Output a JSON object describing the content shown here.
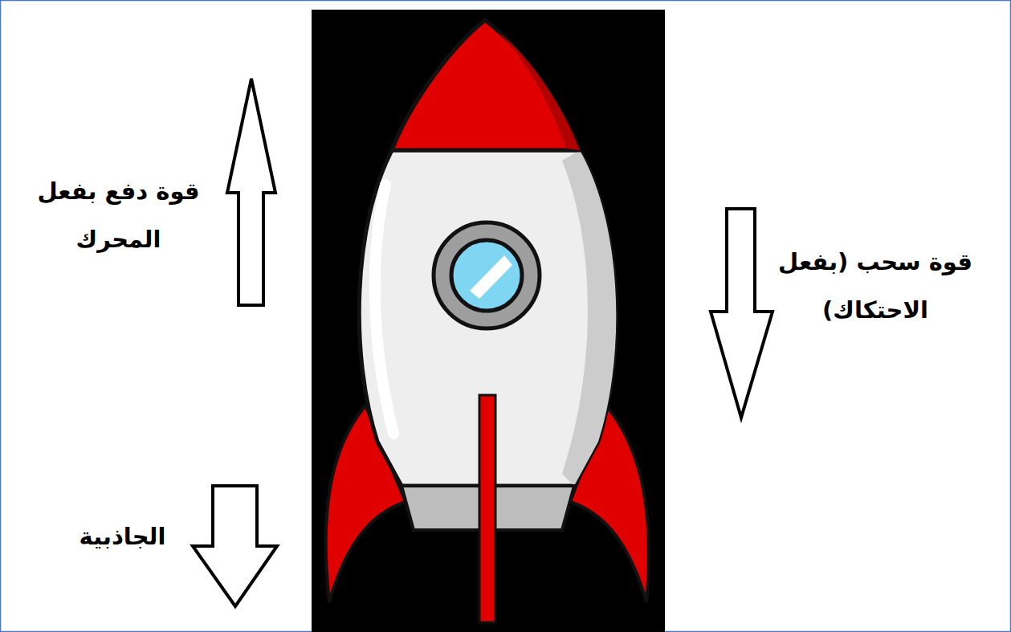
{
  "diagram": {
    "labels": [
      "قوة دفع بفعل المحرك",
      "قوة سحب (بفعل الاحتكاك)",
      "الجاذبية"
    ]
  }
}
